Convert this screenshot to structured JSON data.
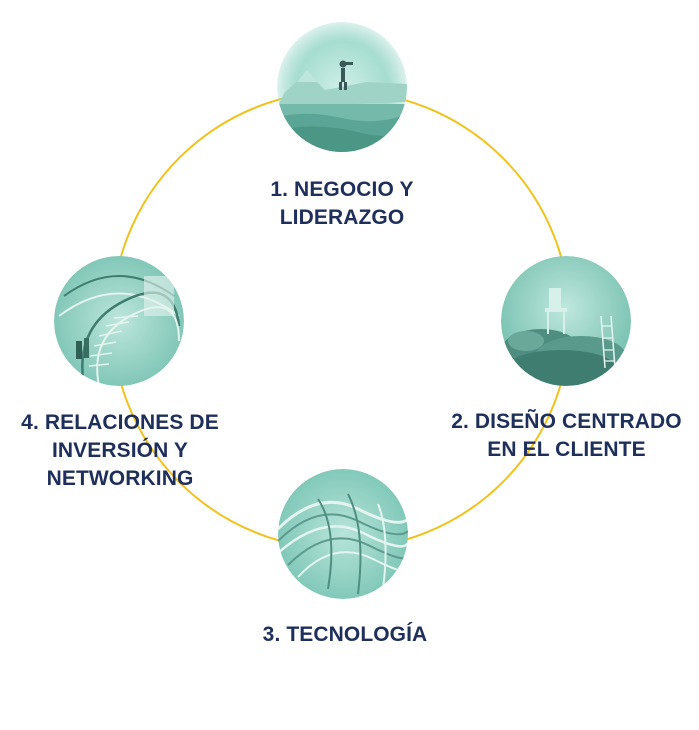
{
  "diagram": {
    "ring_color": "#f2c21c",
    "text_color": "#1f2f5c",
    "tint_color": "#5fbfb0",
    "steps": [
      {
        "line1": "1. NEGOCIO Y",
        "line2": "LIDERAZGO",
        "icon": "person-with-binoculars-on-cliff-image"
      },
      {
        "line1": "2. DISEÑO CENTRADO",
        "line2": "EN EL CLIENTE",
        "icon": "chair-above-clouds-with-ladder-image"
      },
      {
        "line1": "3. TECNOLOGÍA",
        "icon": "curved-structure-image"
      },
      {
        "line1": "4. RELACIONES DE",
        "line2": "INVERSIÓN Y",
        "line3": "NETWORKING",
        "icon": "spiral-staircase-image"
      }
    ]
  }
}
